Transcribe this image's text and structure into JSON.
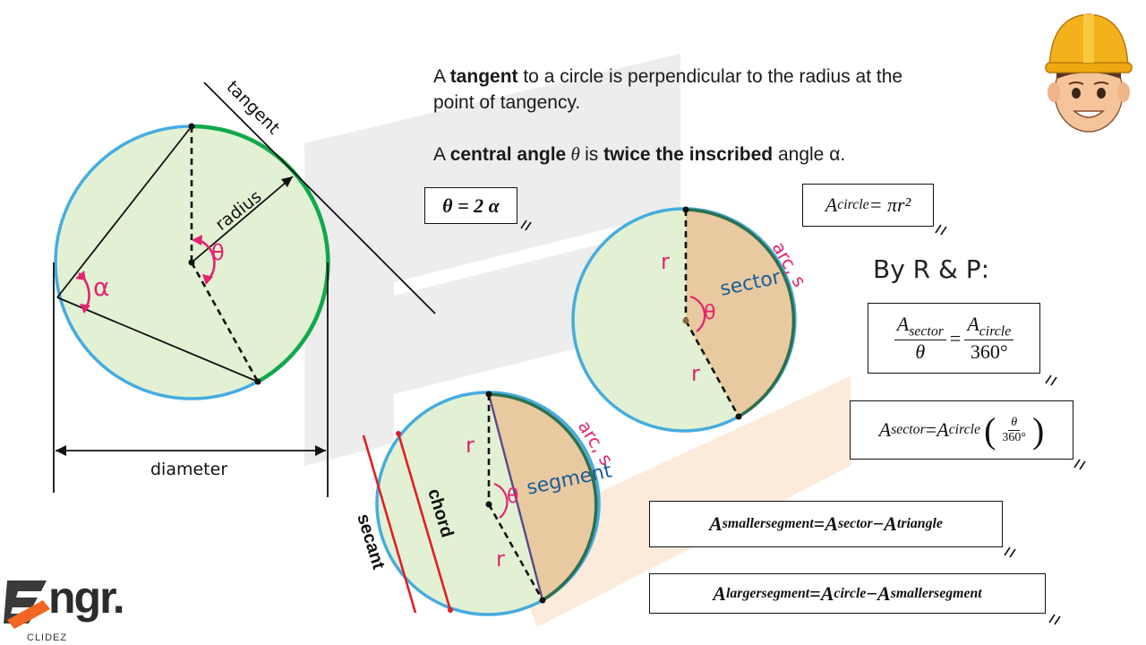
{
  "text": {
    "tangent_line1": {
      "pre": "A ",
      "bold": "tangent",
      "post": " to a circle is perpendicular to the radius at the"
    },
    "tangent_line2": "point of tangency.",
    "central": {
      "pre": "A ",
      "bold1": "central angle",
      "theta": " θ ",
      "mid": "is ",
      "bold2": "twice the inscribed",
      "post": " angle α."
    }
  },
  "formulas": {
    "theta_eq": "θ = 2 α",
    "circle_area": {
      "lhs": "A",
      "lhs_sub": "circle",
      "rhs": " = πr²"
    },
    "ratio": {
      "a1": "A",
      "a1_sub": "sector",
      "den1": "θ",
      "a2": "A",
      "a2_sub": "circle",
      "den2": "360°"
    },
    "sector_area": {
      "lhs": "A",
      "lhs_sub": "sector",
      "eq": " = ",
      "a": "A",
      "a_sub": "circle",
      "num": "θ",
      "den": "360°"
    },
    "smaller_segment": {
      "lhs": "A",
      "lhs_sub": "smallersegment",
      "eq": " = ",
      "a": "A",
      "a_sub": "sector",
      "minus": " − ",
      "b": "A",
      "b_sub": "triangle"
    },
    "larger_segment": {
      "lhs": "A",
      "lhs_sub": "largersegment",
      "eq": " = ",
      "a": "A",
      "a_sub": "circle",
      "minus": " − ",
      "b": "A",
      "b_sub": "smallersegment"
    },
    "by_rp": "By R & P:"
  },
  "diagram_labels": {
    "tangent": "tangent",
    "radius": "radius",
    "theta": "θ",
    "alpha": "α",
    "diameter": "diameter",
    "r": "r",
    "sector": "sector",
    "arc_s": "arc, s",
    "segment": "segment",
    "chord": "chord",
    "secant": "secant"
  },
  "logo": {
    "word": "ngr.",
    "sub": "CLIDEZ"
  },
  "colors": {
    "circle_fill": "#e2f1d3",
    "circle_stroke": "#45ace0",
    "arc_green": "#10a84a",
    "sector_fill": "#e9c9a0",
    "arc_dark": "#2f6f4c",
    "pink": "#e3236f",
    "blue_text": "#1a5e9a",
    "red_line": "#e01f26",
    "chord_purple": "#5a4a8a",
    "watermark": "#d0d0d0",
    "watermark_orange": "#f7dcc2",
    "logo_orange": "#f26522"
  }
}
